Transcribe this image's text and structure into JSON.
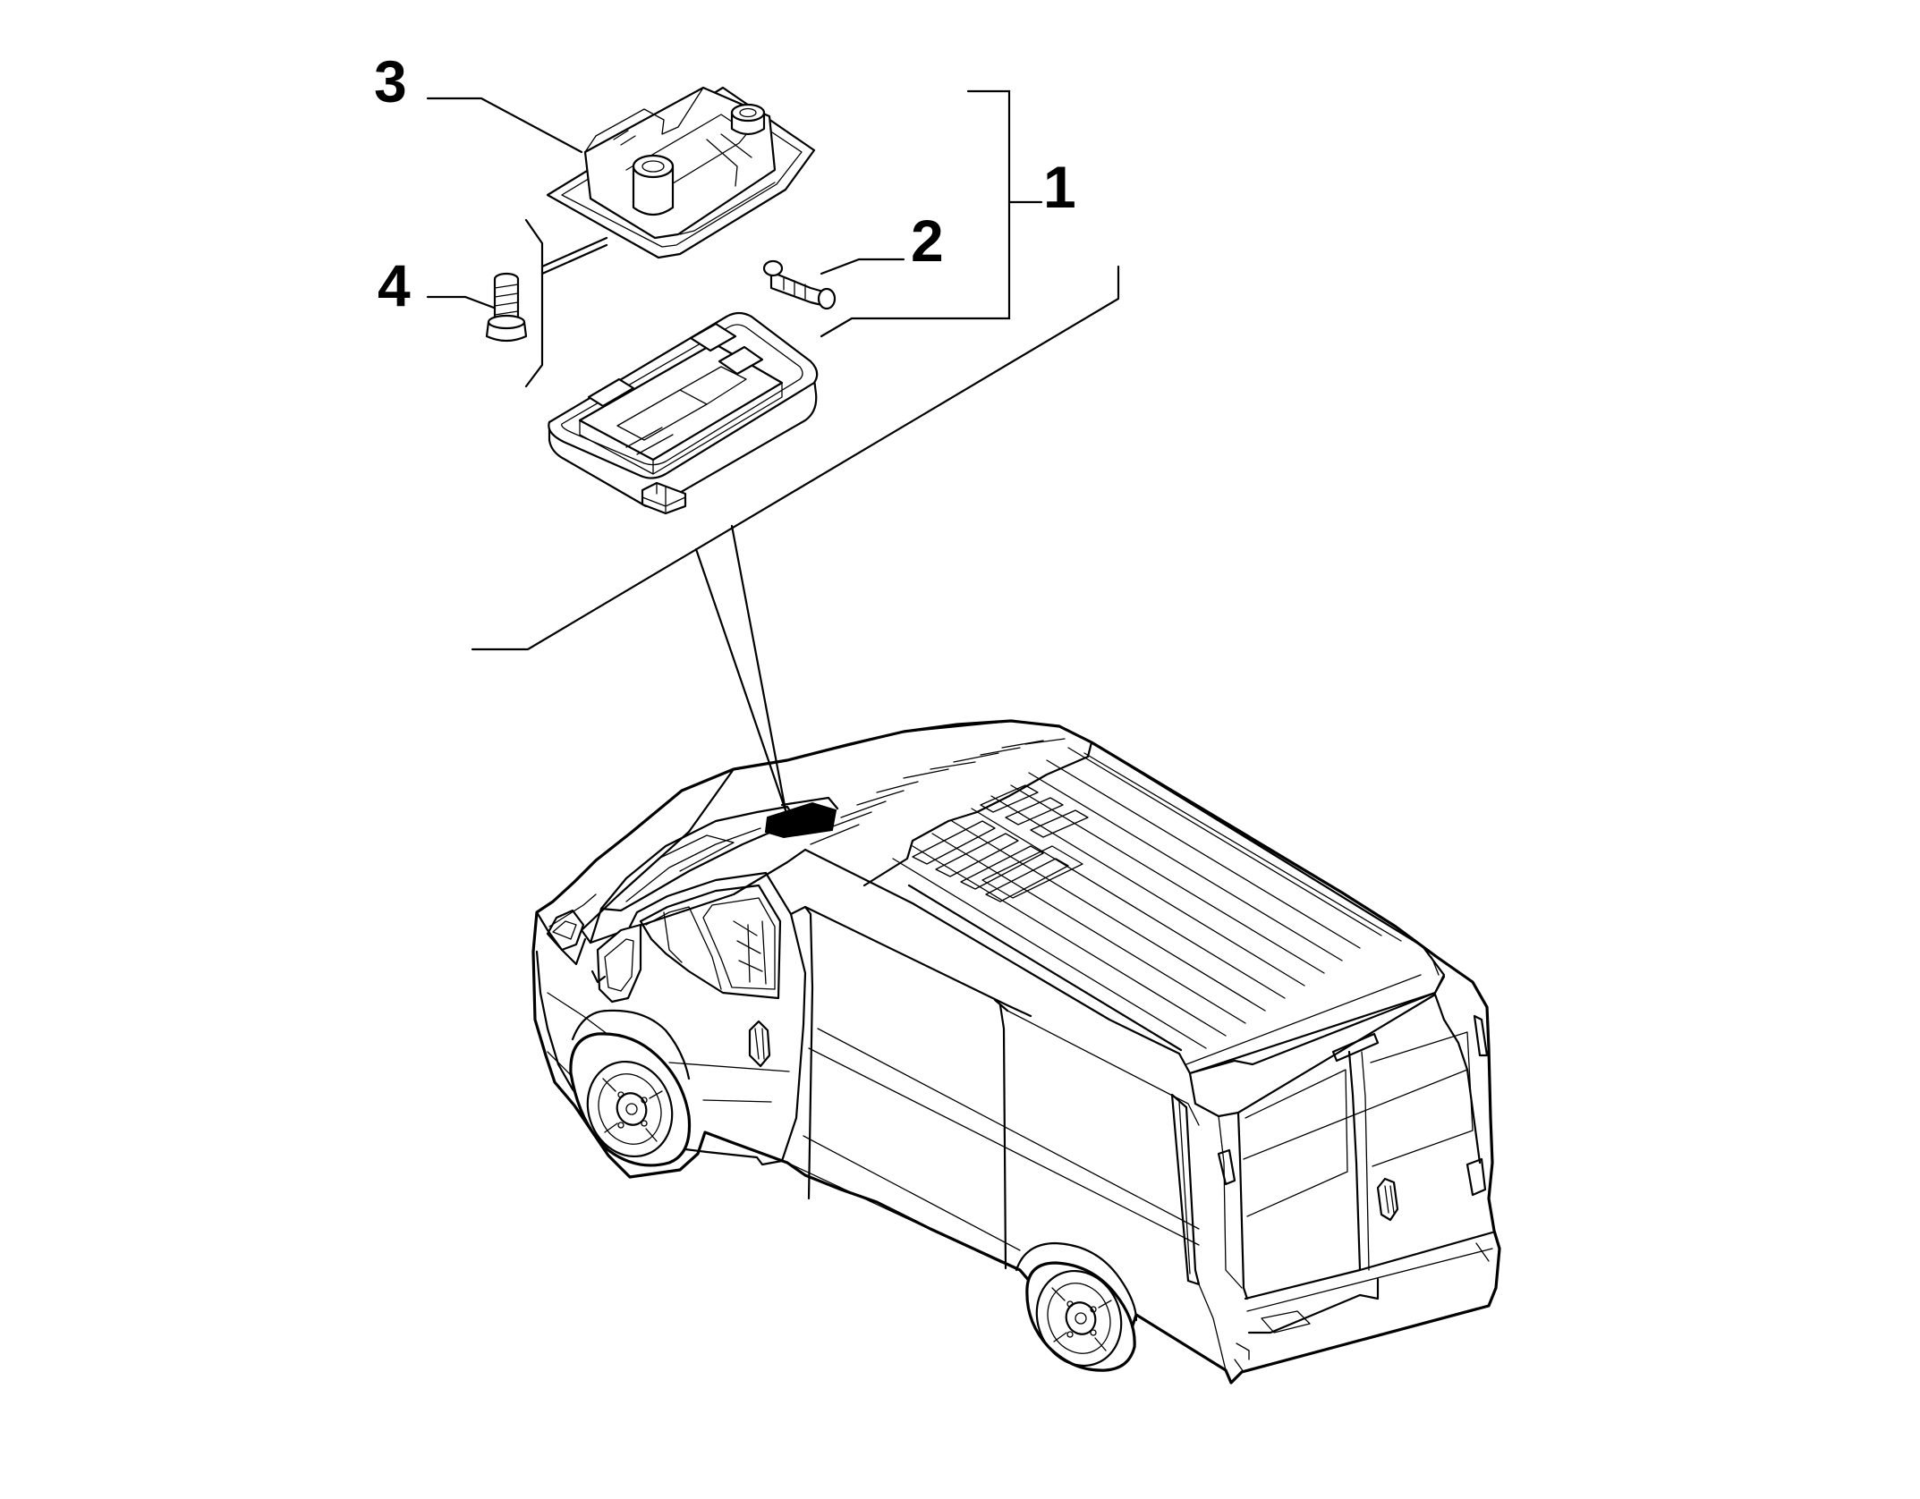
{
  "callouts": {
    "item_1": "1",
    "item_2": "2",
    "item_3": "3",
    "item_4": "4"
  }
}
